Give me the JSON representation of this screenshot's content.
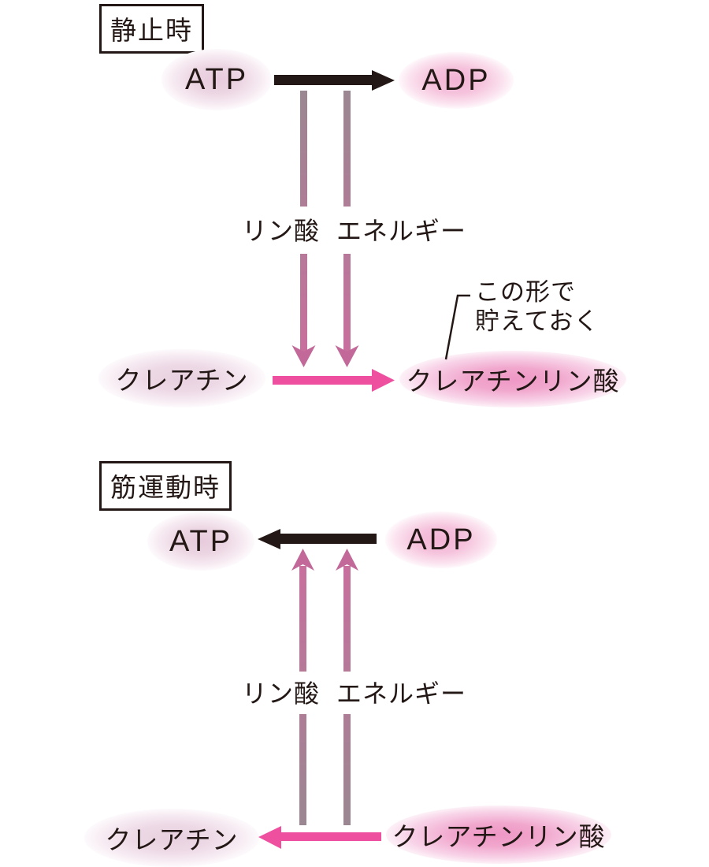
{
  "colors": {
    "ink": "#231815",
    "black_arrow": "#231815",
    "pink_arrow": "#ee4f9e",
    "transfer_arrow_tail": "#9a8791",
    "transfer_arrow_head": "#cb6e9e",
    "transfer_arrowhead": "#c2699a",
    "node_soft_fill": "#e7cbdc",
    "node_pink_fill": "#f3b4d5",
    "node_bright_fill": "#ee97c5"
  },
  "sections": [
    {
      "label": "静止時",
      "nodes": {
        "atp": "ATP",
        "adp": "ADP",
        "creatine": "クレアチン",
        "creatine_phosphate": "クレアチンリン酸"
      },
      "flow_labels": {
        "phosphate": "リン酸",
        "energy": "エネルギー"
      },
      "annotation": {
        "line1": "この形で",
        "line2": "貯えておく"
      }
    },
    {
      "label": "筋運動時",
      "nodes": {
        "atp": "ATP",
        "adp": "ADP",
        "creatine": "クレアチン",
        "creatine_phosphate": "クレアチンリン酸"
      },
      "flow_labels": {
        "phosphate": "リン酸",
        "energy": "エネルギー"
      }
    }
  ]
}
